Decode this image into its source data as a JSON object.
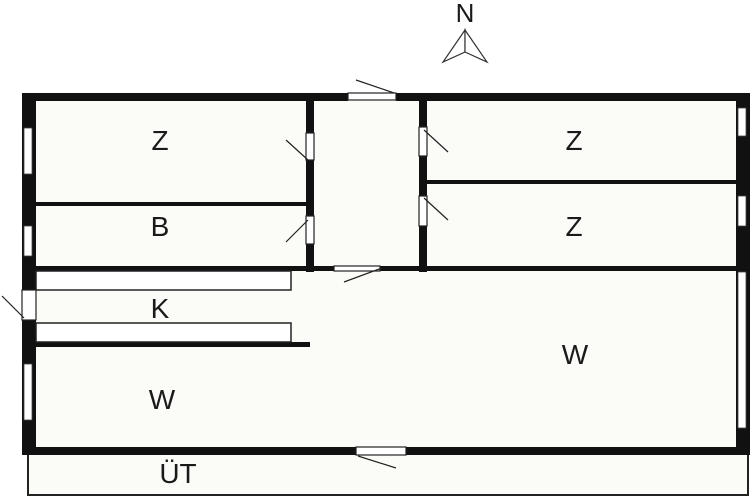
{
  "compass": {
    "label": "N"
  },
  "rooms": [
    {
      "id": "z1",
      "label": "Z"
    },
    {
      "id": "b",
      "label": "B"
    },
    {
      "id": "k",
      "label": "K"
    },
    {
      "id": "w1",
      "label": "W"
    },
    {
      "id": "z2",
      "label": "Z"
    },
    {
      "id": "z3",
      "label": "Z"
    },
    {
      "id": "w2",
      "label": "W"
    },
    {
      "id": "ut",
      "label": "ÜT"
    }
  ],
  "colors": {
    "wall": "#111111",
    "floor": "#fbfbf7",
    "background": "#ffffff"
  }
}
